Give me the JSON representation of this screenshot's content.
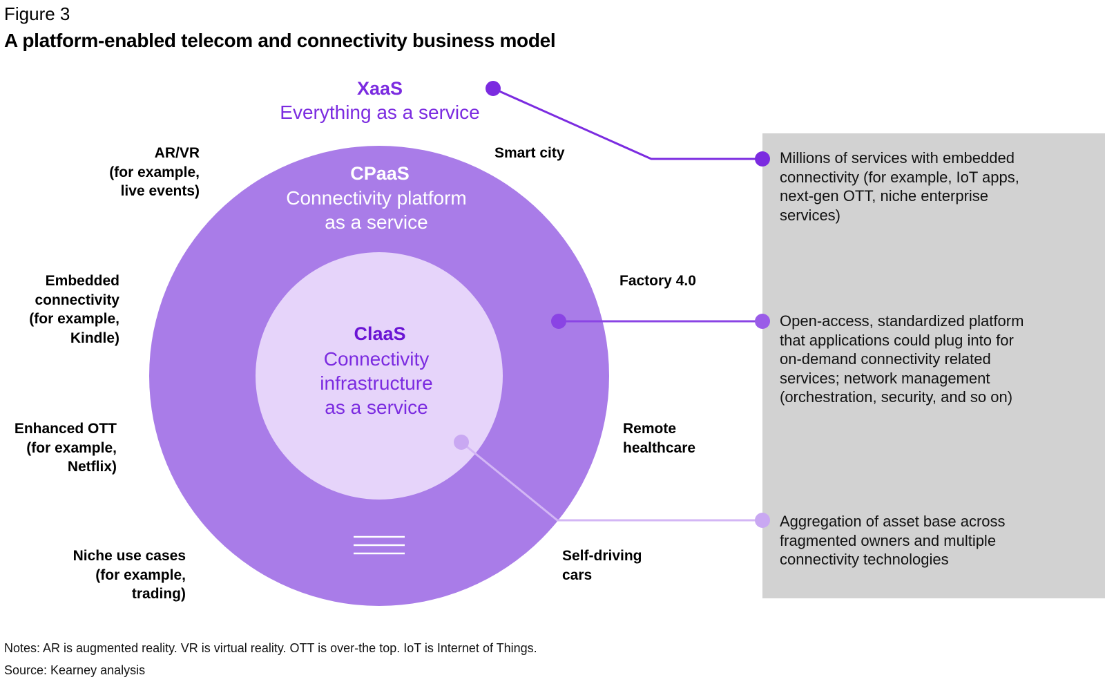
{
  "figure": {
    "label": "Figure 3",
    "title": "A platform-enabled telecom and connectivity business model"
  },
  "rings": {
    "xaas": {
      "abbr": "XaaS",
      "name": "Everything as a service"
    },
    "cpaas": {
      "abbr": "CPaaS",
      "name_line1": "Connectivity platform",
      "name_line2": "as a service"
    },
    "claas": {
      "abbr": "ClaaS",
      "name_line1": "Connectivity",
      "name_line2": "infrastructure",
      "name_line3": "as a service"
    }
  },
  "use_cases": {
    "ar_vr": [
      "AR/VR",
      "(for example,",
      "live events)"
    ],
    "smart_city": [
      "Smart city"
    ],
    "embedded": [
      "Embedded",
      "connectivity",
      "(for example,",
      "Kindle)"
    ],
    "factory": [
      "Factory 4.0"
    ],
    "ott": [
      "Enhanced OTT",
      "(for example,",
      "Netflix)"
    ],
    "healthcare": [
      "Remote",
      "healthcare"
    ],
    "niche": [
      "Niche use cases",
      "(for example,",
      "trading)"
    ],
    "self_driving": [
      "Self-driving",
      "cars"
    ]
  },
  "callouts": {
    "xaas": [
      "Millions of services with embedded",
      "connectivity (for example, IoT apps,",
      "next-gen OTT, niche enterprise",
      "services)"
    ],
    "cpaas": [
      "Open-access, standardized platform",
      "that applications could plug into for",
      "on-demand connectivity related",
      "services; network management",
      "(orchestration, security, and so on)"
    ],
    "claas": [
      "Aggregation of asset base across",
      "fragmented owners and multiple",
      "connectivity technologies"
    ]
  },
  "footer": {
    "notes": "Notes: AR is augmented reality. VR is virtual reality. OTT is over-the top. IoT is Internet of Things.",
    "source": "Source: Kearney analysis"
  },
  "colors": {
    "outer_ring": "#a97ce8",
    "inner_circle": "#e6d4fa",
    "xaas_accent": "#7b2be0",
    "cpaas_dot": "#9a5ce8",
    "claas_dot": "#c9a8f2",
    "gray_box": "#d2d2d2"
  },
  "icons": [
    "menu-lines-icon"
  ]
}
